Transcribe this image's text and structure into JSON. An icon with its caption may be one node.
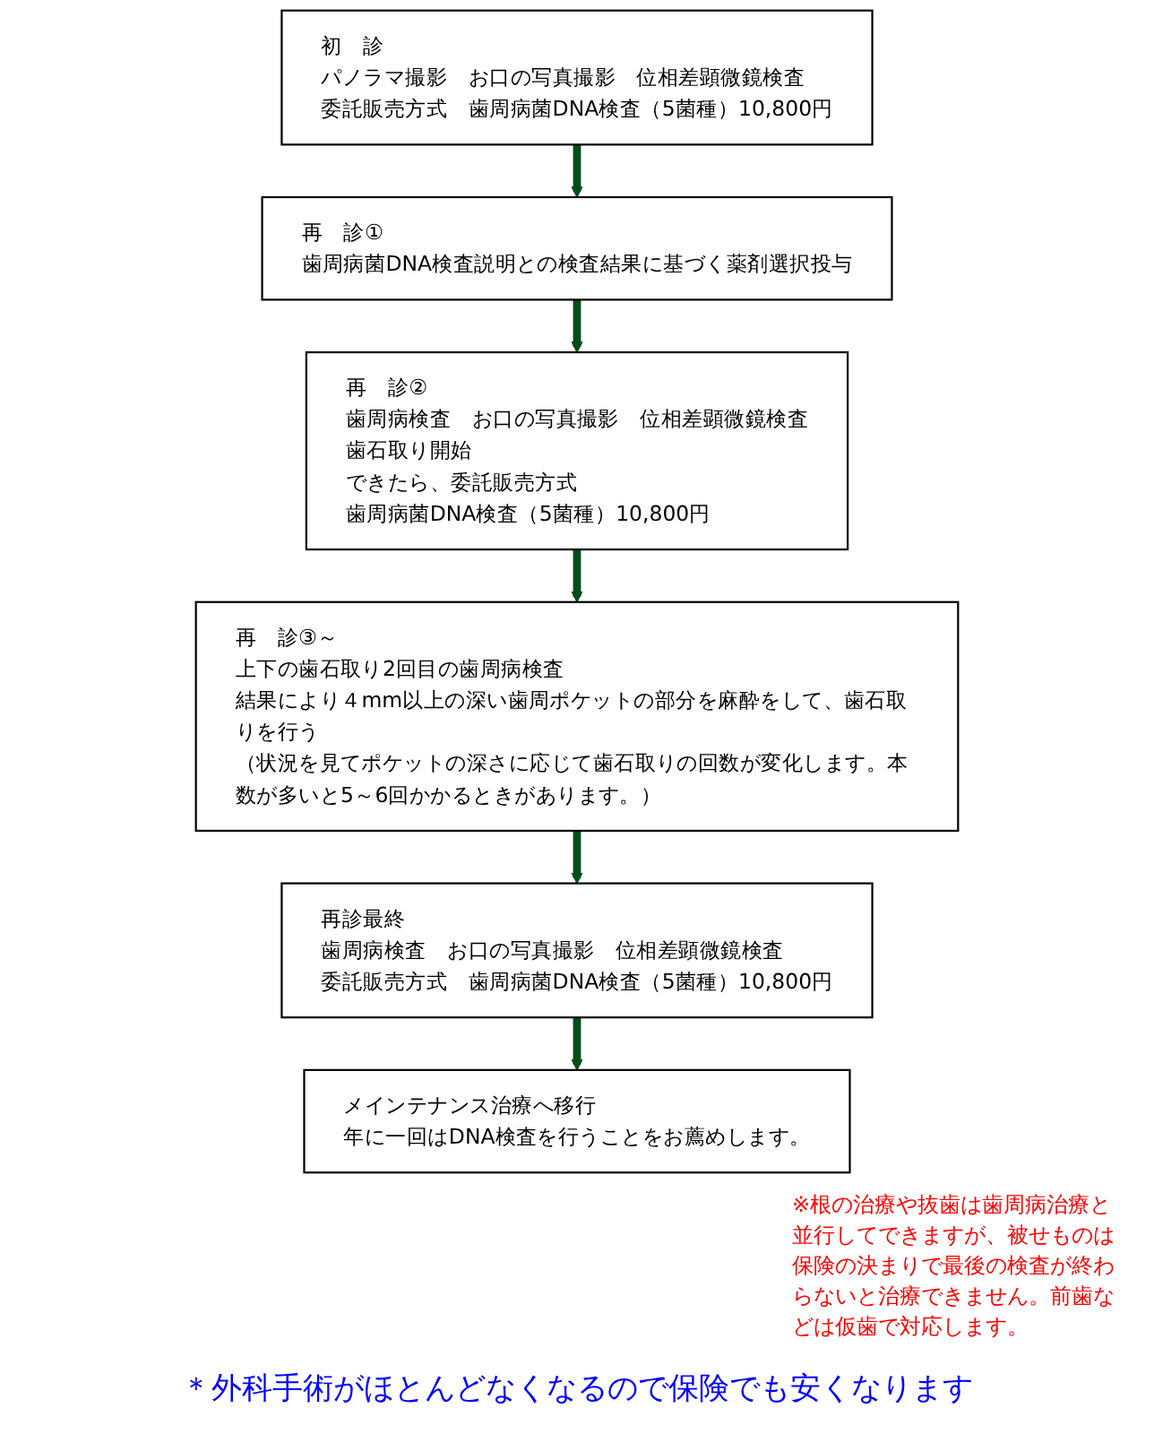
{
  "diagram": {
    "caption": "＊外科手術がほとんどなくなるので保険でも安くなります",
    "nodes": [
      {
        "text": [
          "初　診",
          "パノラマ撮影　お口の写真撮影　位相差顕微鏡検査",
          "委託販売方式　歯周病菌DNA検査（5菌種）10,800円"
        ]
      },
      {
        "text": [
          "再　診①",
          "歯周病菌DNA検査説明との検査結果に基づく薬剤選択投与"
        ]
      },
      {
        "text": [
          "再　診②",
          "歯周病検査　お口の写真撮影　位相差顕微鏡検査",
          "歯石取り開始",
          "できたら、委託販売方式",
          "歯周病菌DNA検査（5菌種）10,800円"
        ]
      },
      {
        "text": [
          "再　診③～",
          "上下の歯石取り2回目の歯周病検査",
          "結果により４mm以上の深い歯周ポケットの部分を麻酔をして、歯石取りを行う",
          "（状況を見てポケットの深さに応じて歯石取りの回数が変化します。本数が多いと5～6回かかるときがあります。）"
        ]
      },
      {
        "text": [
          "再診最終",
          "歯周病検査　お口の写真撮影　位相差顕微鏡検査",
          "委託販売方式　歯周病菌DNA検査（5菌種）10,800円"
        ]
      },
      {
        "text": [
          "メインテナンス治療へ移行",
          "年に一回はDNA検査を行うことをお薦めします。"
        ],
        "beside": [
          "※根の治療や抜歯は歯周病治療と並行してできますが、被せものは保険の決まりで最後の検査が終わらないと治療できません。前歯などは仮歯で対応します。"
        ]
      }
    ],
    "edges": [
      {
        "from": 0,
        "to": 1,
        "arrow": "to"
      },
      {
        "from": 1,
        "to": 2,
        "arrow": "to"
      },
      {
        "from": 2,
        "to": 3,
        "arrow": "to"
      },
      {
        "from": 3,
        "to": 4,
        "arrow": "to"
      },
      {
        "from": 4,
        "to": 5,
        "arrow": "to"
      }
    ]
  }
}
